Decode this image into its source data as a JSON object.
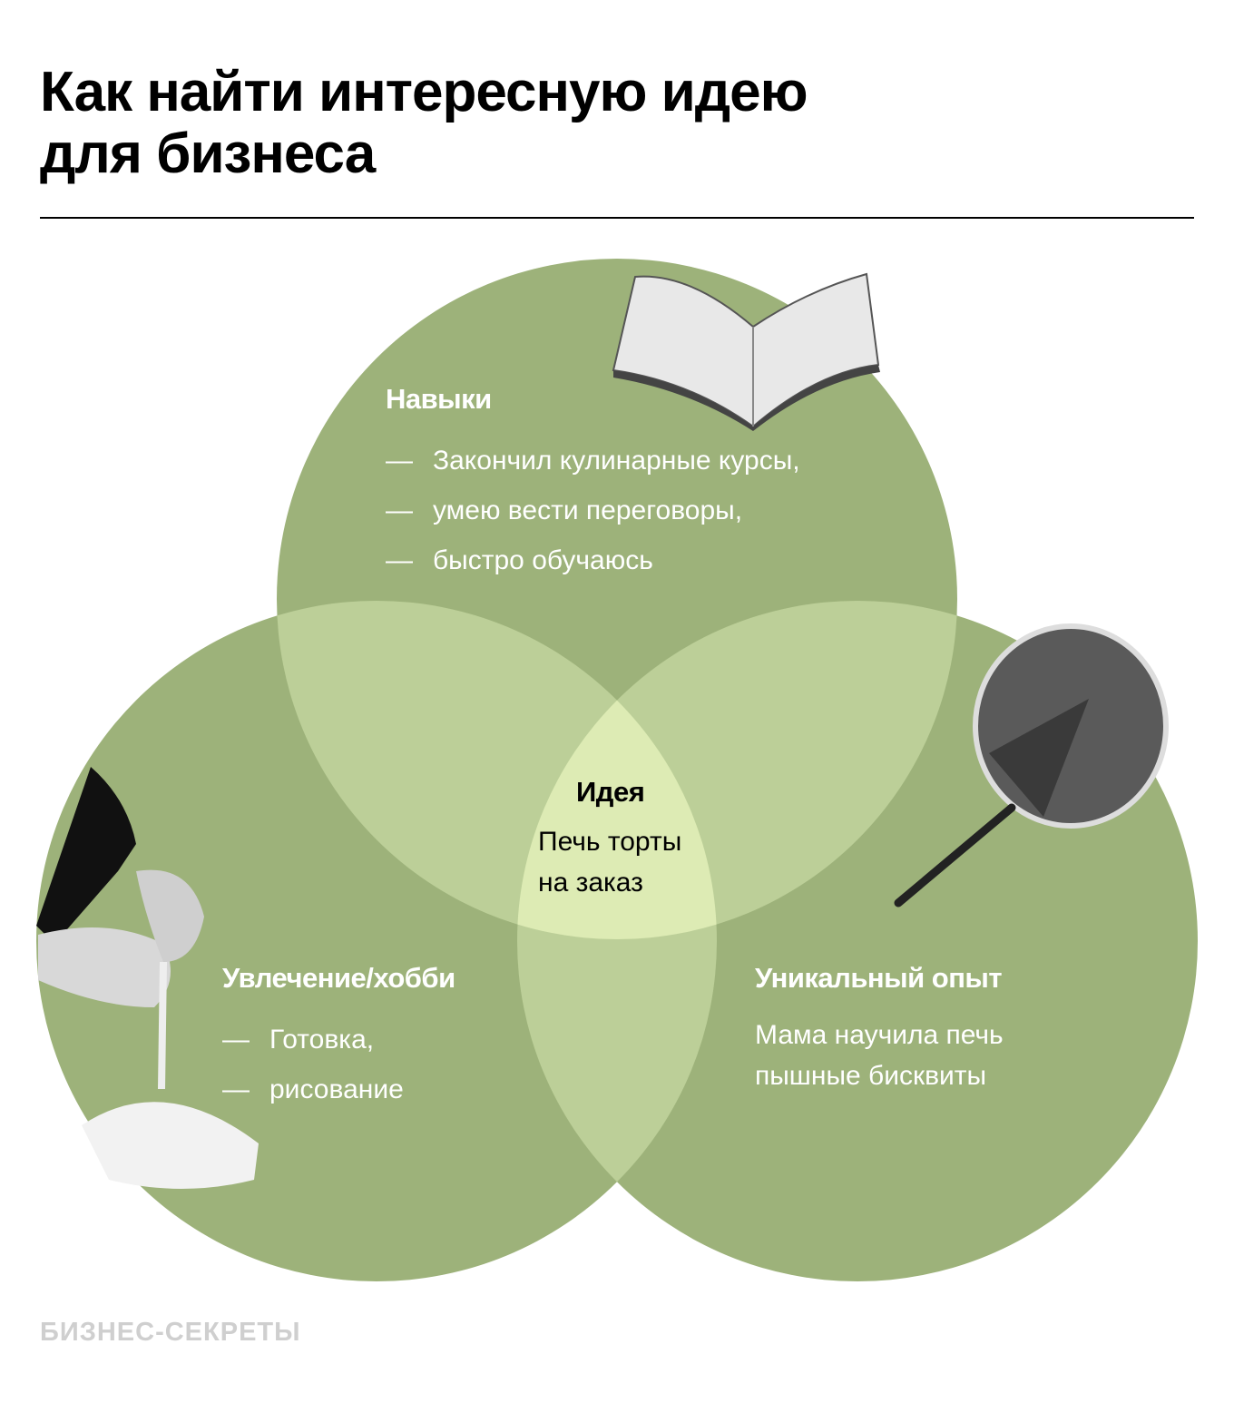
{
  "title_line1": "Как найти интересную идею",
  "title_line2": "для бизнеса",
  "colors": {
    "circle": "#9db27a",
    "overlap": "#bccf98",
    "center": "#ddebb4"
  },
  "skills": {
    "heading": "Навыки",
    "items": [
      "Закончил кулинарные курсы,",
      "умею вести переговоры,",
      "быстро обучаюсь"
    ],
    "icon": "open-book-image"
  },
  "hobby": {
    "heading": "Увлечение/хобби",
    "items": [
      "Готовка,",
      "рисование"
    ],
    "icon": "hands-cracking-egg-image"
  },
  "experience": {
    "heading": "Уникальный опыт",
    "text_line1": "Мама научила печь",
    "text_line2": "пышные бисквиты",
    "icon": "sponge-cake-pan-image"
  },
  "idea": {
    "heading": "Идея",
    "text_line1": "Печь торты",
    "text_line2": "на заказ"
  },
  "dash": "—",
  "logo": "БИЗНЕС-СЕКРЕТЫ"
}
